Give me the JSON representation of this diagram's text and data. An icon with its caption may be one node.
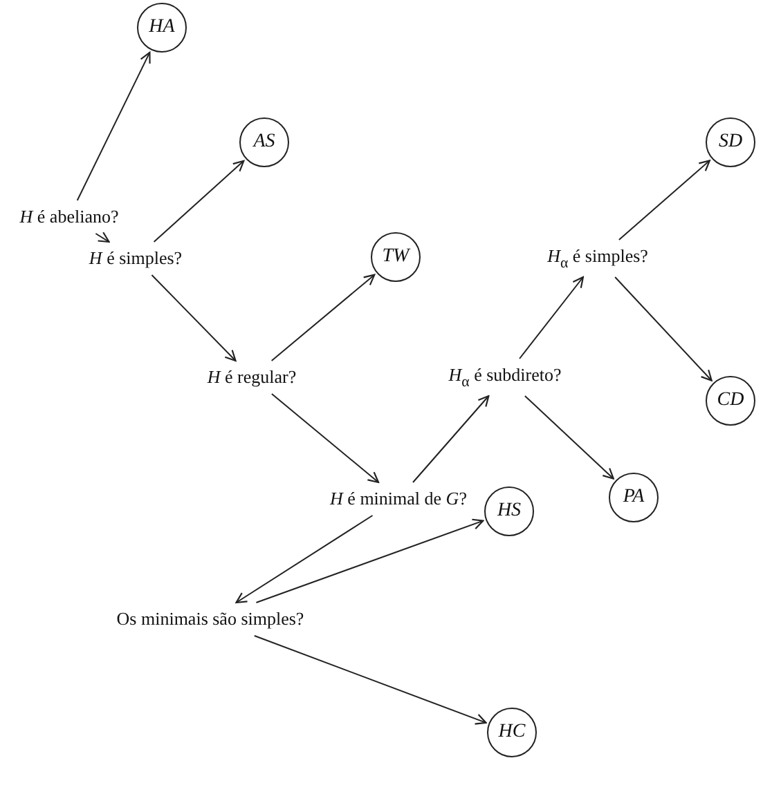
{
  "diagram": {
    "nodes": [
      {
        "text": [
          "*H* é abeliano?"
        ]
      },
      {
        "text": [
          "HA"
        ]
      },
      {
        "text": [
          "AS"
        ]
      },
      {
        "text": [
          "*H* é simples?"
        ]
      },
      {
        "text": [
          "TW"
        ]
      },
      {
        "text": [
          "*H* é regular?"
        ]
      },
      {
        "text": [
          "*H* é minimal de *G*?"
        ]
      },
      {
        "text": [
          "*H*$_{α}$ é subdireto?"
        ]
      },
      {
        "text": [
          "*H*$_{α}$ é simples?"
        ]
      },
      {
        "text": [
          "SD"
        ]
      },
      {
        "text": [
          "CD"
        ]
      },
      {
        "text": [
          "PA"
        ]
      },
      {
        "text": [
          "HS"
        ]
      },
      {
        "text": [
          "Os minimais são simples?"
        ]
      },
      {
        "text": [
          "HC"
        ]
      }
    ],
    "edges": [
      {
        "from": 0,
        "to": 1,
        "arrow": "to"
      },
      {
        "from": 0,
        "to": 3,
        "arrow": "to"
      },
      {
        "from": 3,
        "to": 2,
        "arrow": "to"
      },
      {
        "from": 3,
        "to": 5,
        "arrow": "to"
      },
      {
        "from": 5,
        "to": 4,
        "arrow": "to"
      },
      {
        "from": 5,
        "to": 6,
        "arrow": "to"
      },
      {
        "from": 6,
        "to": 7,
        "arrow": "to"
      },
      {
        "from": 7,
        "to": 8,
        "arrow": "to"
      },
      {
        "from": 8,
        "to": 9,
        "arrow": "to"
      },
      {
        "from": 8,
        "to": 10,
        "arrow": "to"
      },
      {
        "from": 7,
        "to": 11,
        "arrow": "to"
      },
      {
        "from": 6,
        "to": 13,
        "arrow": "to"
      },
      {
        "from": 13,
        "to": 12,
        "arrow": "to"
      },
      {
        "from": 13,
        "to": 14,
        "arrow": "to"
      }
    ]
  }
}
